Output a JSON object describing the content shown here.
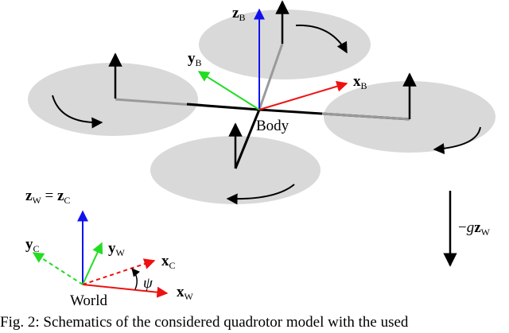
{
  "labels": {
    "z_b": "z",
    "z_b_sub": "B",
    "y_b": "y",
    "y_b_sub": "B",
    "x_b": "x",
    "x_b_sub": "B",
    "body": "Body",
    "zw_left": "z",
    "zw_left_sub": "W",
    "zw_eq": "=",
    "zc": "z",
    "zc_sub": "C",
    "yc": "y",
    "yc_sub": "C",
    "yw": "y",
    "yw_sub": "W",
    "xc": "x",
    "xc_sub": "C",
    "xw": "x",
    "xw_sub": "W",
    "psi": "ψ",
    "world": "World",
    "gravity_minus": "−",
    "gravity_g": "g",
    "gravity_z": "z",
    "gravity_sub": "W"
  },
  "caption": "Fig. 2: Schematics of the considered quadrotor model with the used",
  "colors": {
    "rotor_disk": "#d9d9d9",
    "axis_x": "#ee1111",
    "axis_y": "#22dd22",
    "axis_z": "#1111ee",
    "arm": "#000000",
    "arm_gray": "#9a9a9a"
  }
}
